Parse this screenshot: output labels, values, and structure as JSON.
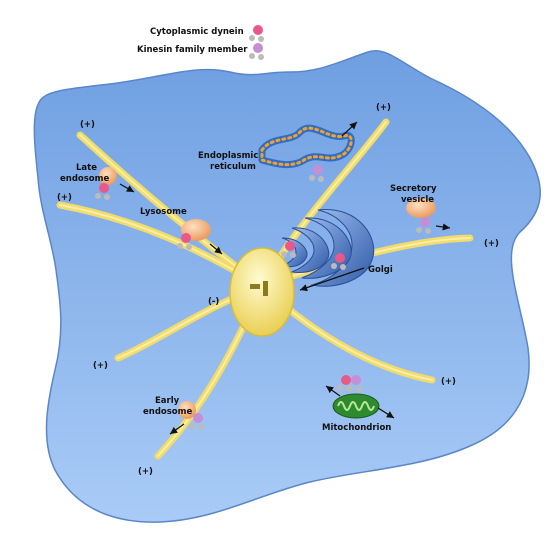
{
  "legend": {
    "items": [
      {
        "label": "Cytoplasmic dynein",
        "icon": "dynein-motor-icon",
        "color": "#e8588a"
      },
      {
        "label": "Kinesin family member",
        "icon": "kinesin-motor-icon",
        "color": "#c58fd6"
      }
    ]
  },
  "labels": {
    "er": [
      "Endoplasmic",
      "reticulum"
    ],
    "late_endosome": [
      "Late",
      "endosome"
    ],
    "lysosome": "Lysosome",
    "secretory_vesicle": [
      "Secretory",
      "vesicle"
    ],
    "golgi": "Golgi",
    "early_endosome": [
      "Early",
      "endosome"
    ],
    "mitochondrion": "Mitochondrion"
  },
  "polarity": {
    "plus": "(+)",
    "minus": "(-)"
  },
  "colors": {
    "cell": "#8fb8ef",
    "microtubule": "#f1dc6a",
    "centrosome": "#f5e27a",
    "golgi": "#3f6fbf",
    "er_bead": "#f0a030",
    "er_tube": "#2f6ec2",
    "mitochondrion": "#3a9a3a",
    "organelle": "#f2b27a"
  }
}
